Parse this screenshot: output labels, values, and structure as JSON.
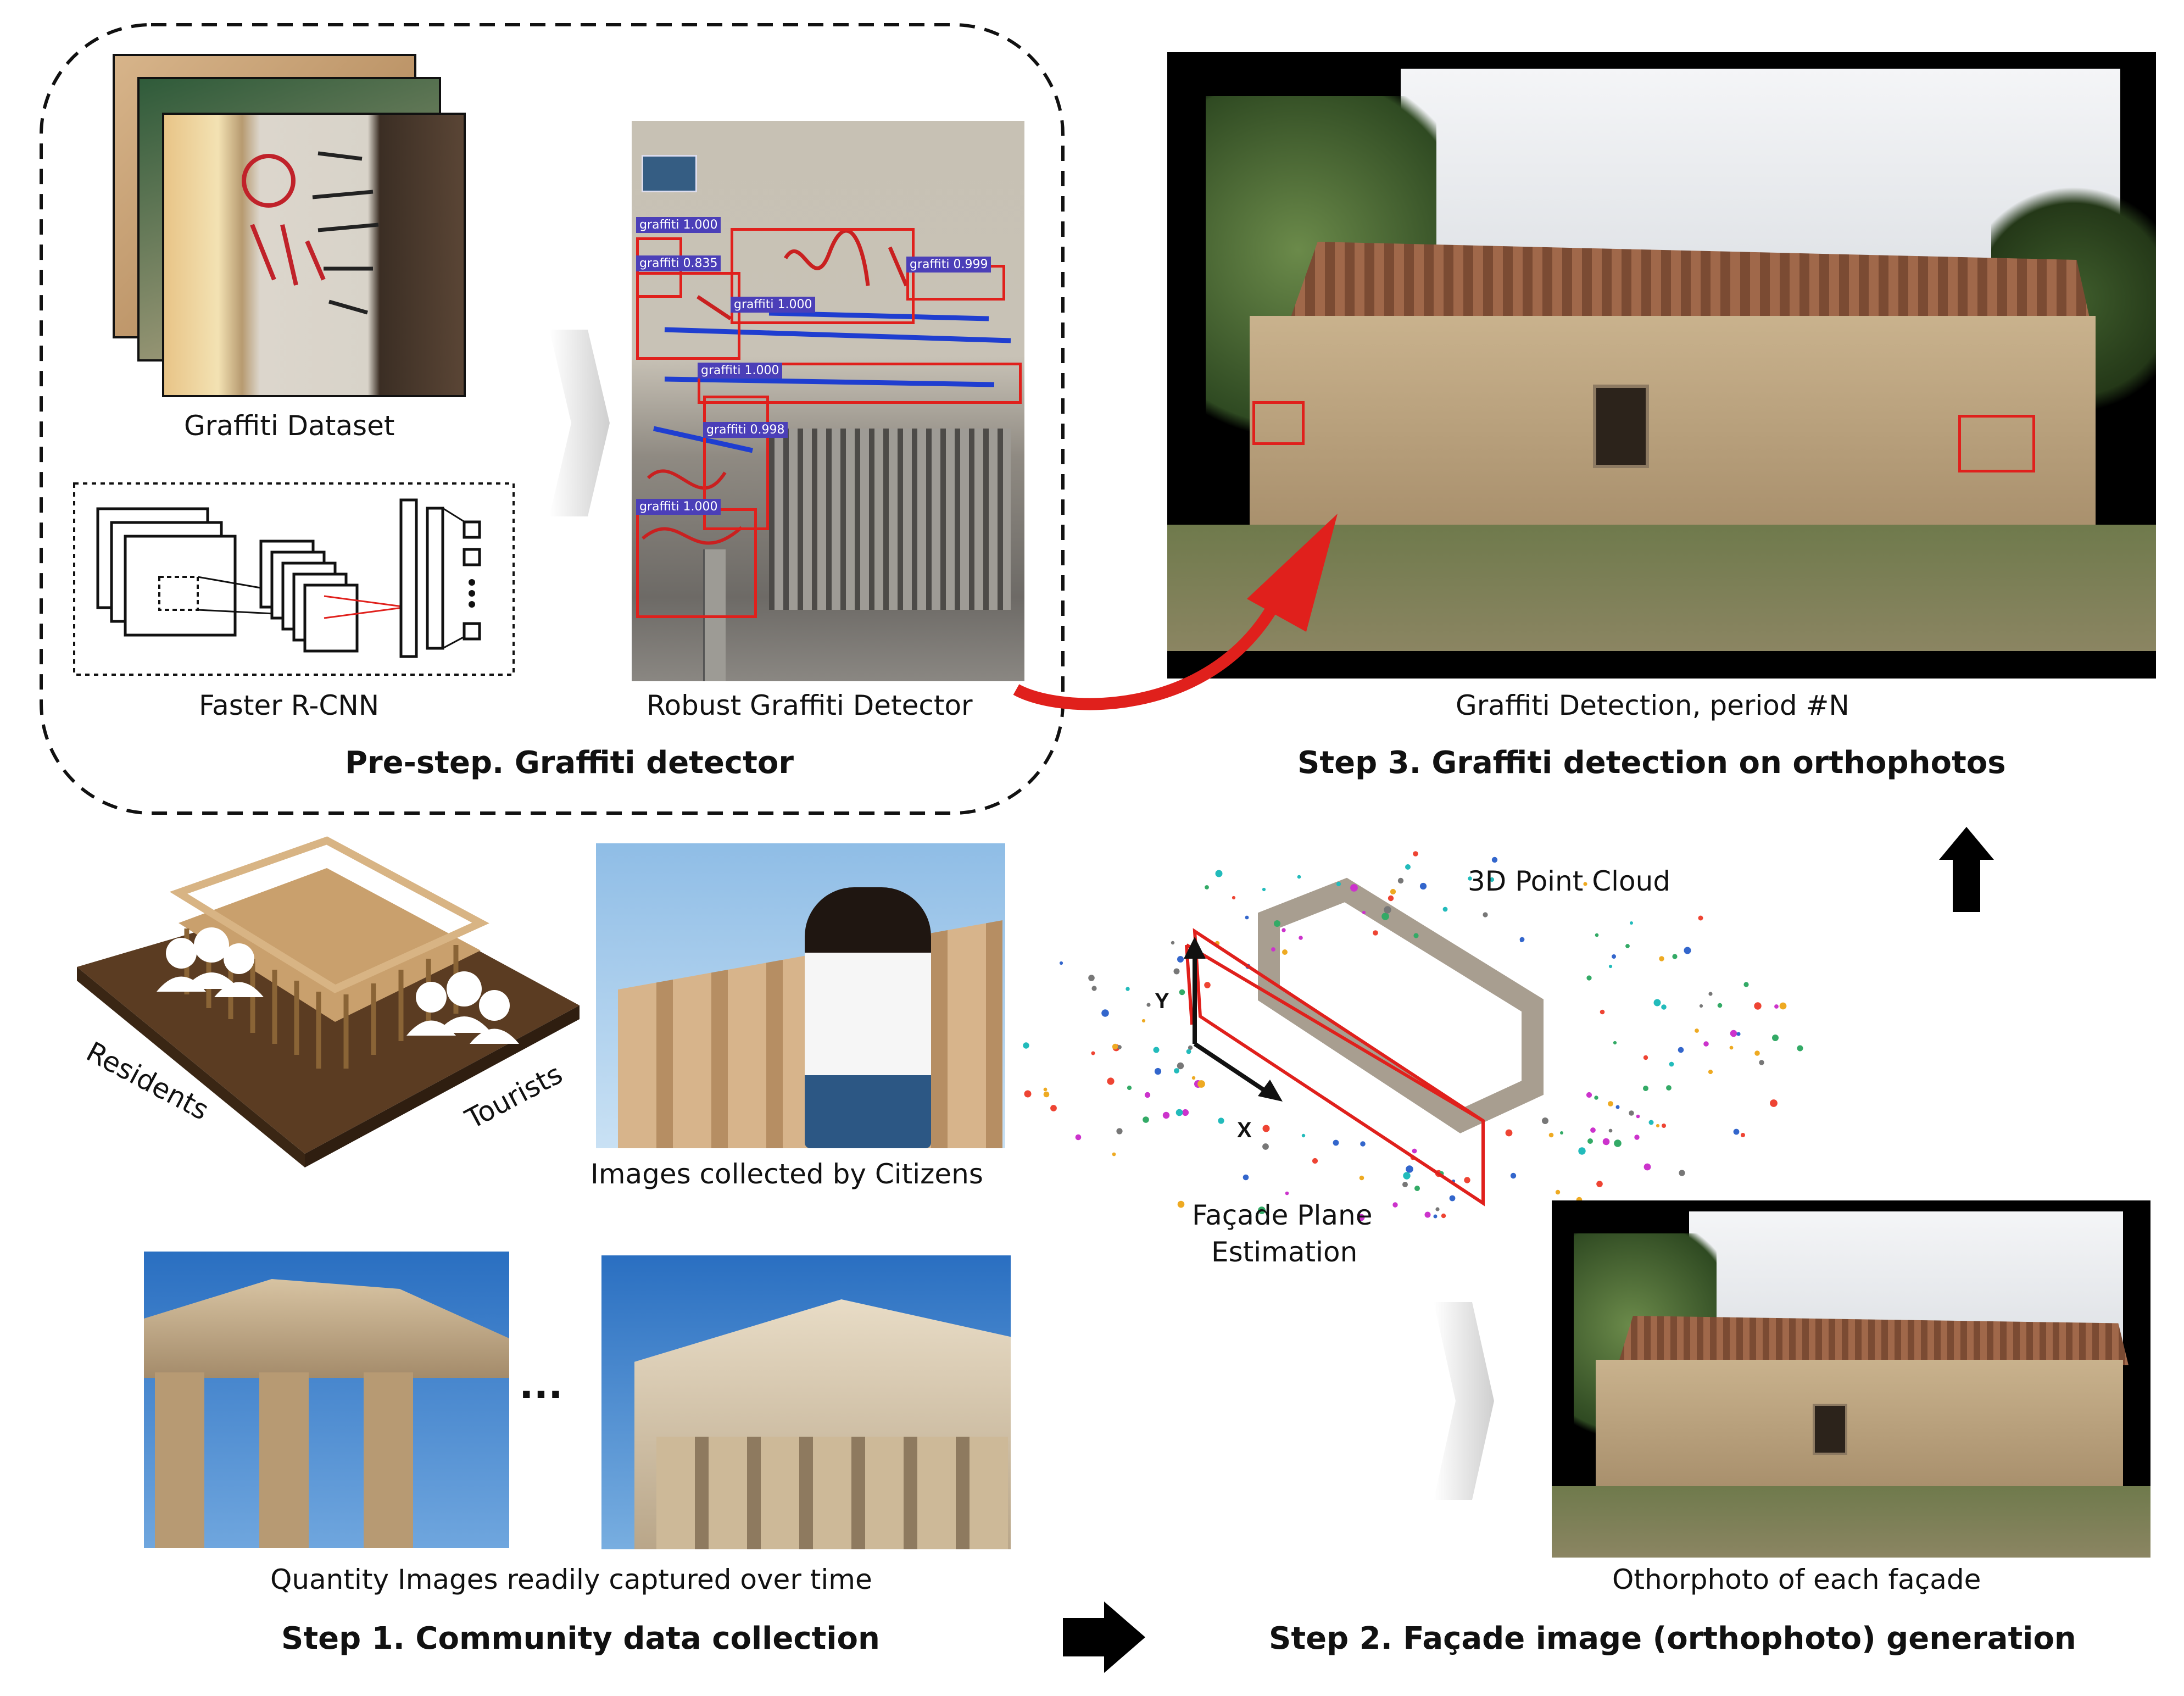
{
  "prestep": {
    "dataset_caption": "Graffiti Dataset",
    "network_caption": "Faster R-CNN",
    "detector_caption": "Robust Graffiti Detector",
    "title": "Pre-step. Graffiti detector",
    "detections": [
      {
        "label": "graffiti 1.000"
      },
      {
        "label": "graffiti 0.835"
      },
      {
        "label": "graffiti 1.000"
      },
      {
        "label": "graffiti 0.999"
      },
      {
        "label": "graffiti 1.000"
      },
      {
        "label": "graffiti 0.998"
      },
      {
        "label": "graffiti 1.000"
      }
    ]
  },
  "step3": {
    "caption": "Graffiti Detection, period #N",
    "title": "Step 3.  Graffiti detection on orthophotos"
  },
  "step1": {
    "residents_label": "Residents",
    "tourists_label": "Tourists",
    "citizens_caption": "Images collected by Citizens",
    "ellipsis": "...",
    "quantity_caption": "Quantity Images readily captured over time",
    "title": "Step 1. Community data collection"
  },
  "step2": {
    "point_cloud_caption": "3D Point Cloud",
    "axis_y": "Y",
    "axis_x": "X",
    "plane_caption_line1": "Façade Plane",
    "plane_caption_line2": "Estimation",
    "orthophoto_caption": "Othorphoto of each façade",
    "title": "Step 2. Façade image (orthophoto) generation"
  },
  "colors": {
    "highlight_red": "#e0201c",
    "detection_label": "#4b3fb8",
    "arrow_black": "#000000"
  }
}
